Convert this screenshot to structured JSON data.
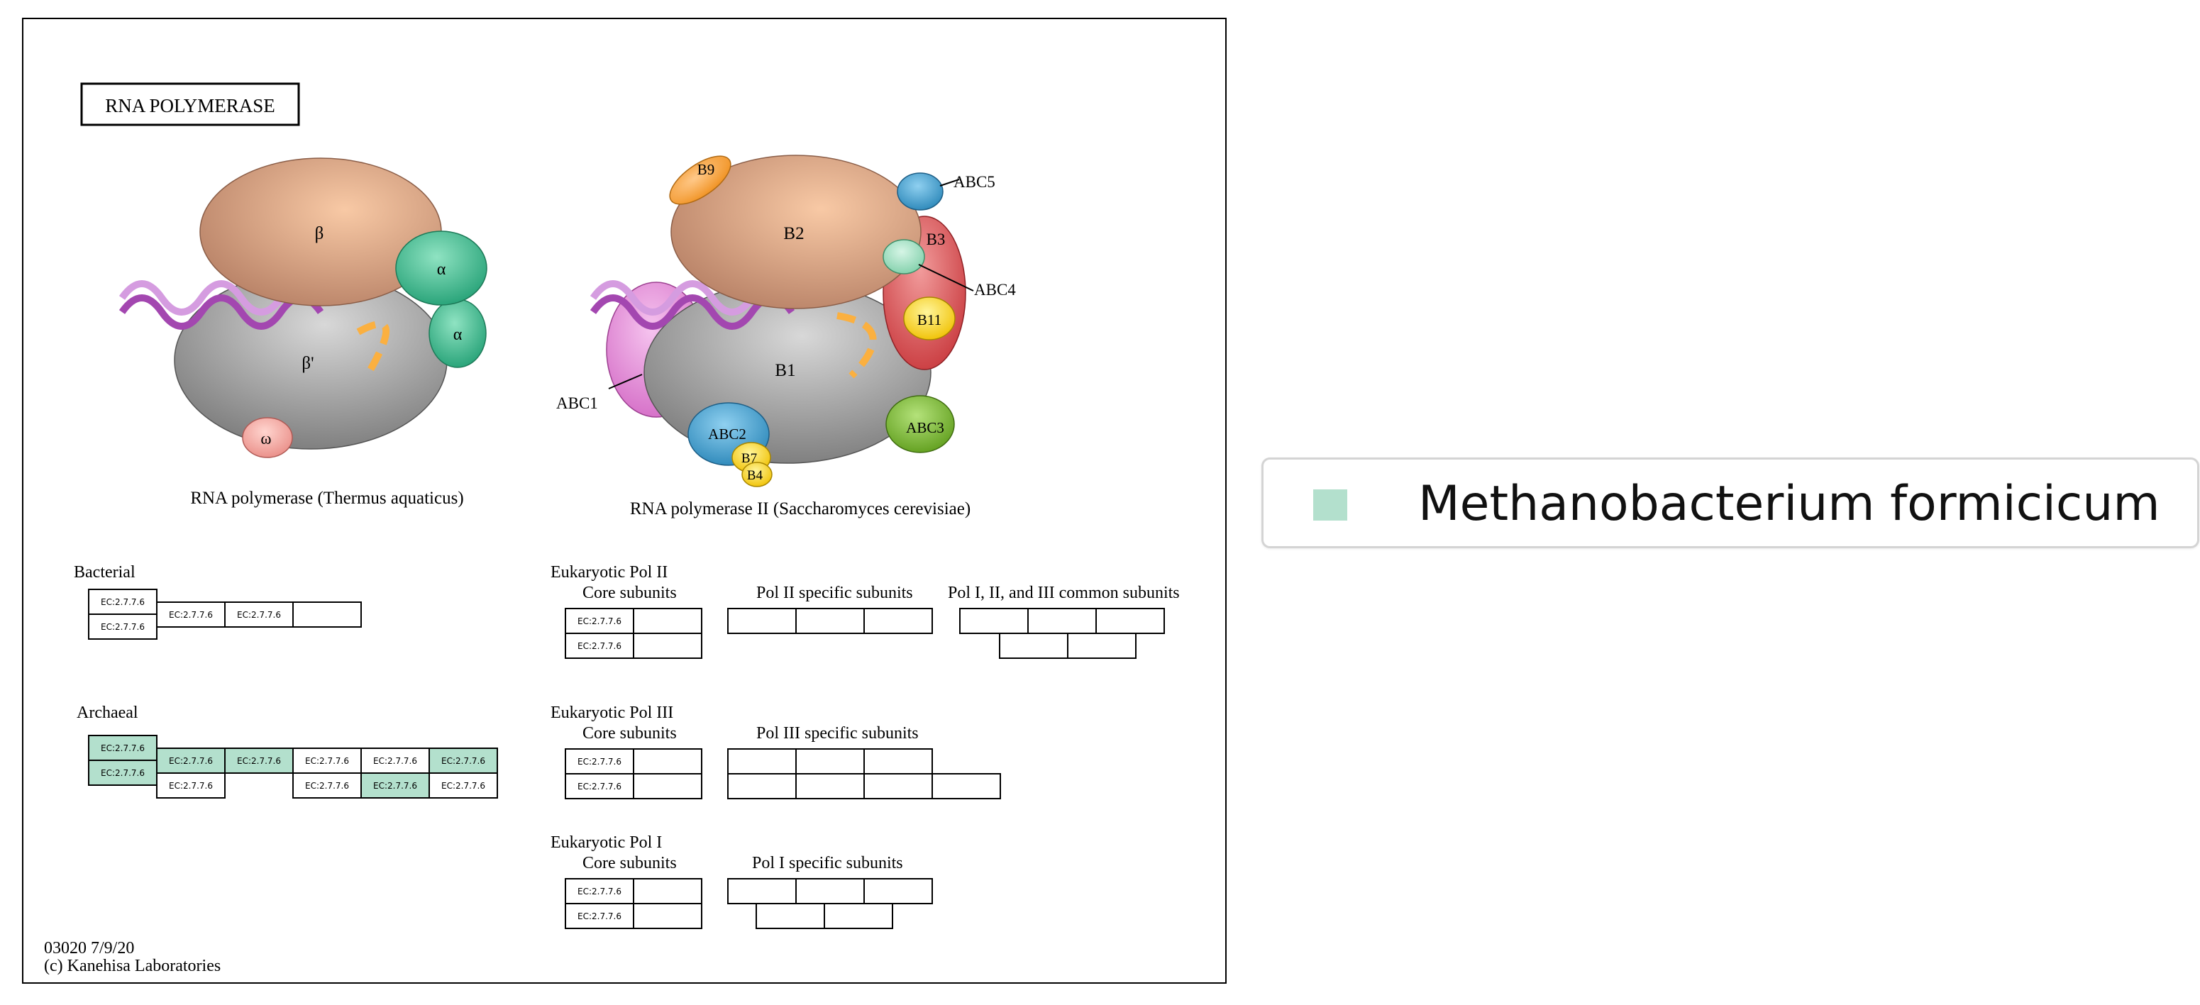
{
  "map": {
    "title": "RNA POLYMERASE",
    "footer_id": "03020 7/9/20",
    "footer_copyright": "(c) Kanehisa Laboratories"
  },
  "legend": {
    "label": "Methanobacterium formicicum",
    "color": "#b3e0cd"
  },
  "colors": {
    "highlight": "#b3e0cd",
    "beta": "#d9a789",
    "beta_prime": "#9e9e9e",
    "alpha": "#3cba8e",
    "omega": "#f2a7a5",
    "dna": "#a347b0",
    "dna_light": "#d59ce0",
    "rna": "#fbb040"
  },
  "structures": {
    "bacterial": {
      "caption": "RNA polymerase (Thermus aquaticus)",
      "subunits": {
        "beta": "β",
        "beta_prime": "β'",
        "alpha1": "α",
        "alpha2": "α",
        "omega": "ω"
      }
    },
    "pol2": {
      "caption": "RNA polymerase II (Saccharomyces cerevisiae)",
      "subunits": {
        "b1": "B1",
        "b2": "B2",
        "b3": "B3",
        "b9": "B9",
        "b11": "B11",
        "abc1": "ABC1",
        "abc2": "ABC2",
        "abc3": "ABC3",
        "abc4": "ABC4",
        "abc5": "ABC5",
        "b7": "B7",
        "b4": "B4"
      }
    }
  },
  "groups": {
    "bacterial": {
      "label": "Bacterial",
      "ec": "EC:2.7.7.6"
    },
    "archaeal": {
      "label": "Archaeal",
      "ec": "EC:2.7.7.6"
    },
    "pol2": {
      "label": "Eukaryotic Pol II",
      "core": "Core subunits",
      "specific": "Pol II specific subunits",
      "common": "Pol I, II, and III common subunits",
      "ec": "EC:2.7.7.6"
    },
    "pol3": {
      "label": "Eukaryotic Pol III",
      "core": "Core subunits",
      "specific": "Pol III specific subunits",
      "ec": "EC:2.7.7.6"
    },
    "pol1": {
      "label": "Eukaryotic Pol I",
      "core": "Core subunits",
      "specific": "Pol I specific subunits",
      "ec": "EC:2.7.7.6"
    }
  }
}
